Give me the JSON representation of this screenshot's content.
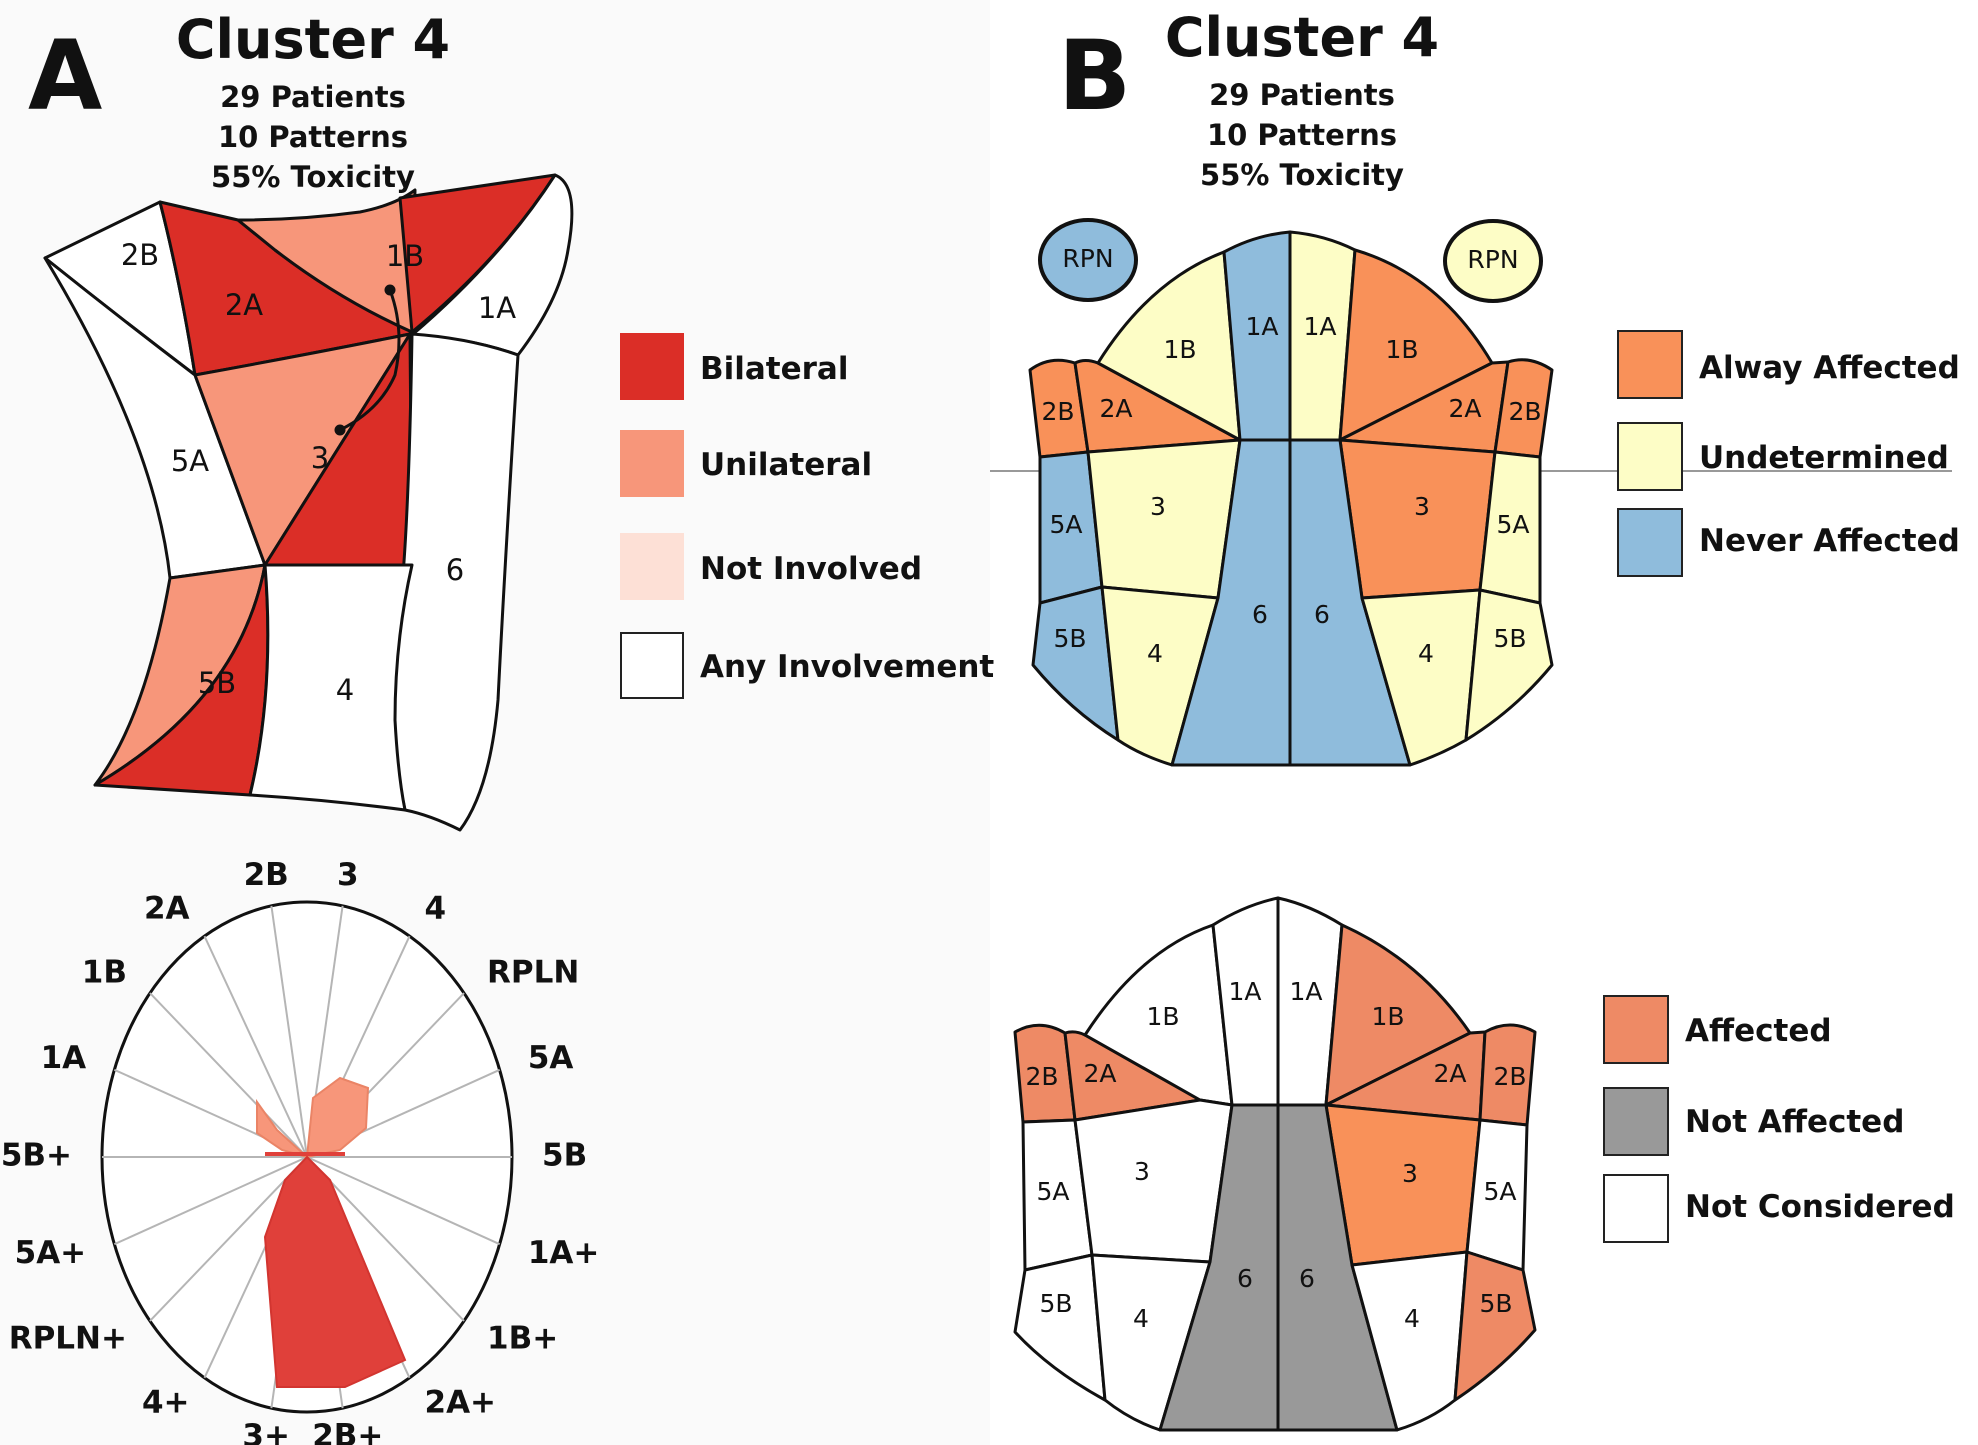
{
  "panel_a": {
    "letter": "A",
    "title": "Cluster 4",
    "subtitle": [
      "29 Patients",
      "10 Patterns",
      "55% Toxicity"
    ],
    "regions": [
      "2B",
      "1B",
      "2A",
      "1A",
      "5A",
      "3",
      "6",
      "5B",
      "4"
    ],
    "legend": [
      {
        "label": "Bilateral",
        "color": "#db2e27"
      },
      {
        "label": "Unilateral",
        "color": "#f7967a"
      },
      {
        "label": "Not Involved",
        "color": "#fde0d6"
      },
      {
        "label": "Any Involvement",
        "color": "#ffffff"
      }
    ],
    "radar": {
      "axes": [
        "2B",
        "3",
        "4",
        "RPLN",
        "5A",
        "5B",
        "1A+",
        "1B+",
        "2A+",
        "2B+",
        "3+",
        "4+",
        "RPLN+",
        "5A+",
        "5B+",
        "1A",
        "1B",
        "2A"
      ],
      "unilateral_fill": "#f7967a",
      "bilateral_fill": "#e0403a"
    }
  },
  "panel_b": {
    "letter": "B",
    "title": "Cluster 4",
    "subtitle": [
      "29 Patients",
      "10 Patterns",
      "55% Toxicity"
    ],
    "top_map": {
      "rpn_left": "RPN",
      "rpn_right": "RPN",
      "left_regions": [
        "2B",
        "2A",
        "1B",
        "1A",
        "5A",
        "3",
        "5B",
        "4",
        "6"
      ],
      "right_regions": [
        "1A",
        "1B",
        "2A",
        "2B",
        "3",
        "5A",
        "6",
        "4",
        "5B"
      ]
    },
    "top_legend": [
      {
        "label": "Alway Affected",
        "color": "#f99159"
      },
      {
        "label": "Undetermined",
        "color": "#fdfdc6"
      },
      {
        "label": "Never Affected",
        "color": "#8fbcdc"
      }
    ],
    "bottom_map": {
      "left_regions": [
        "2B",
        "2A",
        "1B",
        "1A",
        "5A",
        "3",
        "5B",
        "4",
        "6"
      ],
      "right_regions": [
        "1A",
        "1B",
        "2A",
        "2B",
        "3",
        "5A",
        "6",
        "4",
        "5B"
      ]
    },
    "bottom_legend": [
      {
        "label": "Affected",
        "color": "#ee8a65"
      },
      {
        "label": "Not Affected",
        "color": "#999999"
      },
      {
        "label": "Not Considered",
        "color": "#ffffff"
      }
    ]
  }
}
